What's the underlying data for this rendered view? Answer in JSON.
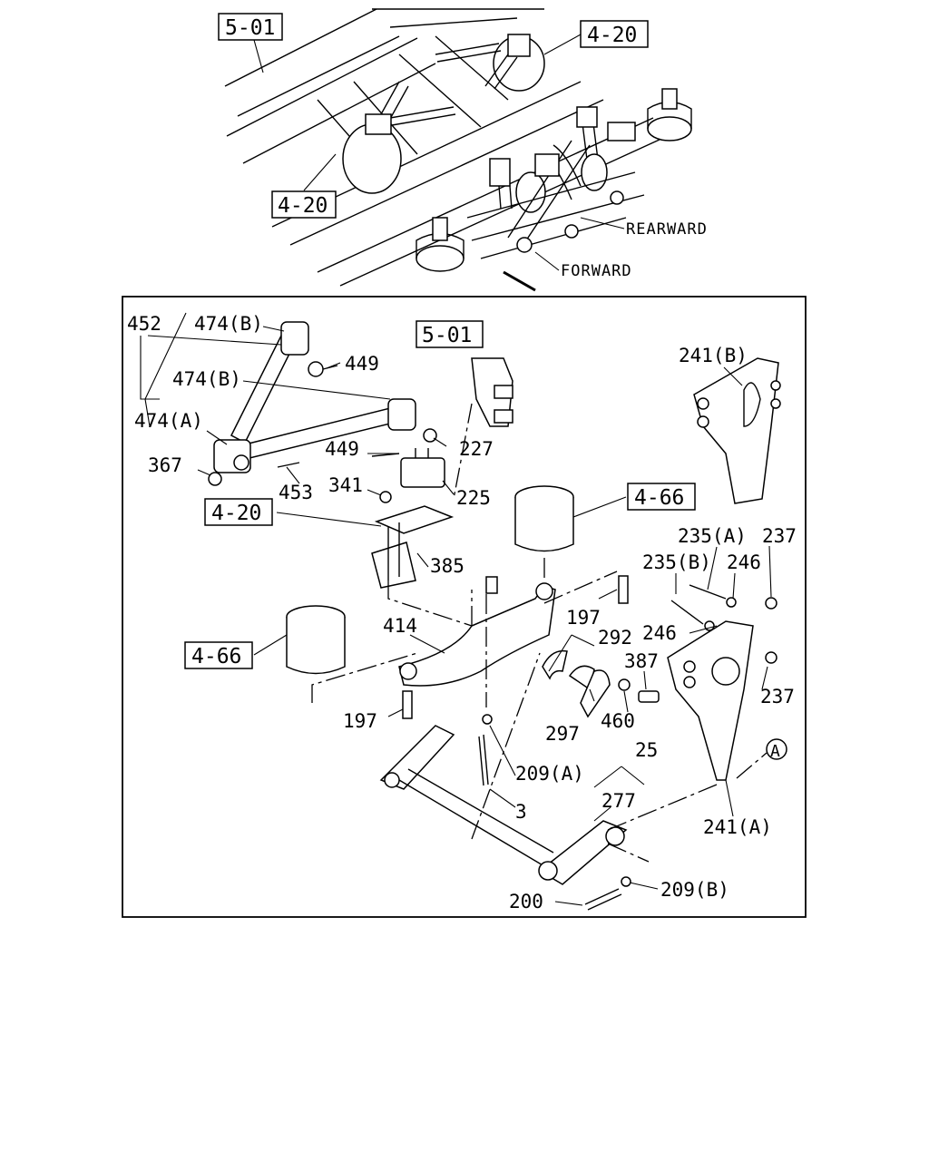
{
  "overview": {
    "refs": [
      "5-01",
      "4-20",
      "4-20"
    ],
    "directions": {
      "rearward": "REARWARD",
      "forward": "FORWARD"
    }
  },
  "detail": {
    "refs": {
      "upper_5_01": "5-01",
      "left_4_20": "4-20",
      "right_4_66": "4-66",
      "left_4_66": "4-66"
    },
    "labels": {
      "p452": "452",
      "p474b_top": "474(B)",
      "p449_top": "449",
      "p474b_mid": "474(B)",
      "p474a": "474(A)",
      "p367": "367",
      "p449_mid": "449",
      "p227": "227",
      "p453": "453",
      "p341": "341",
      "p225": "225",
      "p385": "385",
      "p241b": "241(B)",
      "p235a": "235(A)",
      "p237_top": "237",
      "p235b": "235(B)",
      "p246_top": "246",
      "p197_right": "197",
      "p292": "292",
      "p246_mid": "246",
      "p414": "414",
      "p387": "387",
      "p237_bot": "237",
      "p197_left": "197",
      "p297": "297",
      "p460": "460",
      "p25": "25",
      "p209a": "209(A)",
      "p3": "3",
      "p277": "277",
      "p241a": "241(A)",
      "pA": "A",
      "p200": "200",
      "p209b": "209(B)"
    }
  }
}
